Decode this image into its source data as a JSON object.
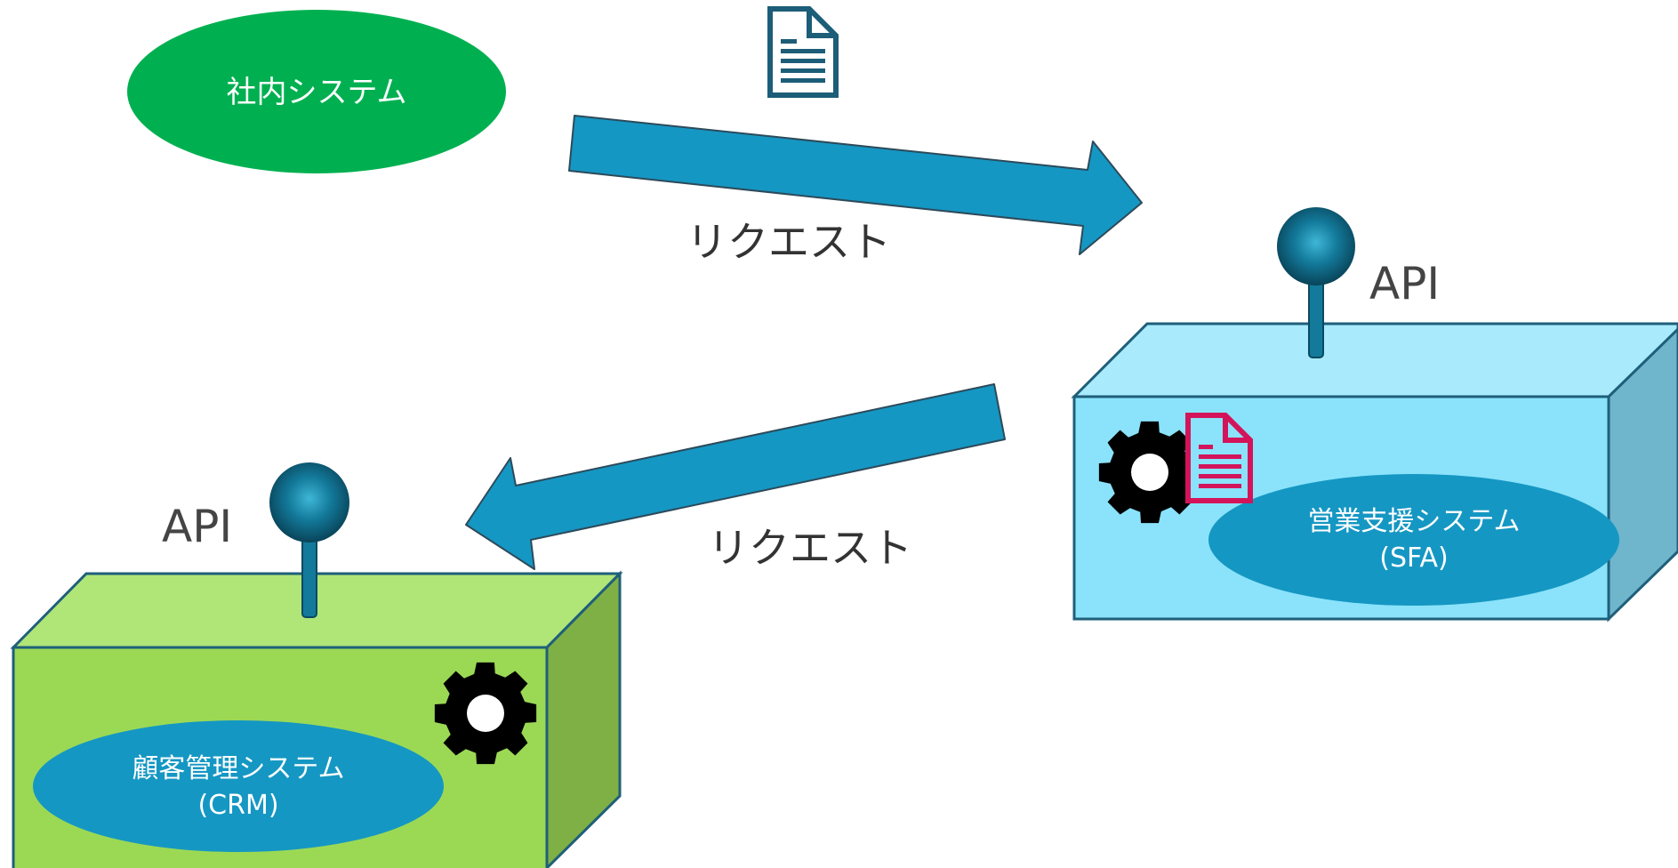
{
  "colors": {
    "background": "#ffffff",
    "internal_node": "#00b050",
    "arrow": "#1597c3",
    "arrow_stroke": "#2c4a5a",
    "sfa_front": "#8ae3fb",
    "sfa_top": "#a9ebfc",
    "sfa_side": "#6fb5cc",
    "crm_front": "#9bd955",
    "crm_top": "#b0e578",
    "crm_side": "#7eb045",
    "label_ellipse": "#1597c3",
    "box_stroke": "#1f5f7a",
    "api_knob": "#107090",
    "doc_icon_dark": "#1c5d78",
    "doc_icon_red": "#d4145a",
    "gear": "#000000"
  },
  "nodes": {
    "internal": {
      "label": "社内システム"
    },
    "sfa": {
      "label_line1": "営業支援システム",
      "label_line2": "(SFA)",
      "api_label": "API"
    },
    "crm": {
      "label_line1": "顧客管理システム",
      "label_line2": "(CRM)",
      "api_label": "API"
    }
  },
  "edges": [
    {
      "from": "internal",
      "to": "sfa",
      "label": "リクエスト"
    },
    {
      "from": "sfa",
      "to": "crm",
      "label": "リクエスト"
    }
  ],
  "icons": {
    "top_document": "document-icon",
    "sfa_gear": "gear-icon",
    "sfa_document": "document-icon",
    "crm_gear": "gear-icon",
    "api_knob": "api-knob-icon"
  }
}
